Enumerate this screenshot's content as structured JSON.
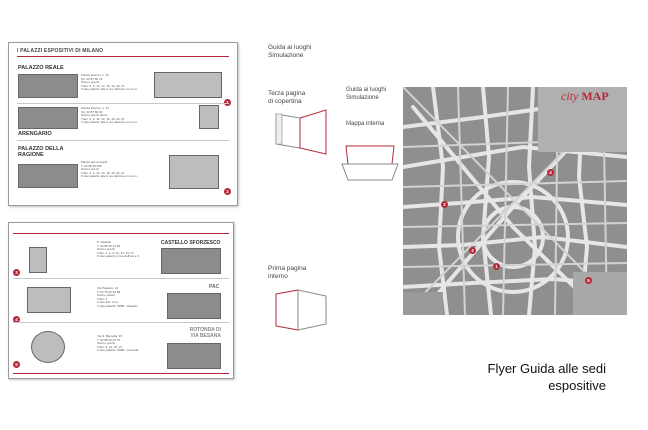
{
  "top_panel": {
    "header": "I PALAZZI ESPOSITIVI DI MILANO",
    "items": [
      {
        "name": "PALAZZO REALE",
        "info": "Piazza Duomo, n. 12\nTel. 02 87 56 72\nOrari e prezzi:\nTram: 2, 3, 12, 14, 15, 16, 24, 27\nIl solo palazzo alle 2 ore dell'ora e 3 ore m.",
        "number": "1"
      },
      {
        "name": "ARENGARIO",
        "info": "Piazza Duomo, n. 14\nTel. 02 87 66 34\nOrari e prezzi ritorni\nTram: 2, 3, 12, 14, 15, 16, 24, 27\nIl solo palazzo alle 2 ore dell'ora e 3 ore m.",
        "number": ""
      },
      {
        "name": "PALAZZO DELLA RAGIONE",
        "info": "Piazza dei mercanti\nT. 02 88 45 666\nOrari e prezzi\nTram: 2, 3, 12, 14, 15, 16, 24, 27\nIl solo palazzo alle 2 ore dell'ora e 3 ore m.",
        "number": "2"
      }
    ]
  },
  "bottom_panel": {
    "items": [
      {
        "number": "3",
        "title": "CASTELLO SFORZESCO",
        "info": "P. Castello\nT. 02 88 46 37 00\nOrari e prezzi\nTram: 1, 2, 4, 12, 14, 19, 27\nIl solo palazzo 2 ore dell'ora e 3"
      },
      {
        "number": "4",
        "title": "PAC",
        "info": "Via Palestro, 14\nT. 02 76 00 94 85\nOrari e visitar\nTram: 1\nIl solo sito: l'ora\nIl solo palazzo: 8080 - Palestro"
      },
      {
        "number": "5",
        "title": "ROTONDA DI VIA BESANA",
        "info": "Via S. Barnaba, 15\nT. 02 88 46 02 72\nOrari e prezzi\nTram: 9, 12, 23, 27\nIl solo palazzo: 8080 - Crocetta"
      }
    ]
  },
  "middle": {
    "label1": "Guida ai luoghi\nSimulazione",
    "label2": "Terza pagina\ndi copertina",
    "label3": "Prima pagina\ninterno",
    "label4": "Guida ai luoghi\nSimulazione",
    "label5": "Mappa interna"
  },
  "map": {
    "title_prefix": "city",
    "title_main": "MAP",
    "markers": [
      "1",
      "2",
      "3",
      "4",
      "5"
    ],
    "accent": "#b5283a"
  },
  "caption": {
    "line1": "Flyer Guida alle sedi",
    "line2": "espositive"
  }
}
